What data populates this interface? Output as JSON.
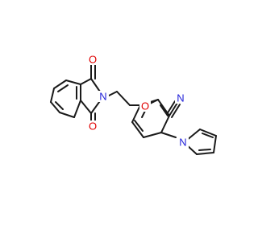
{
  "molecule": {
    "atom_labels": {
      "o_top": "O",
      "o_bottom": "O",
      "n_imide": "N",
      "o_ether": "O",
      "n_nitrile": "N",
      "n_pyrrole": "N"
    },
    "colors": {
      "bond": "#1a1a1a",
      "oxygen": "#e00000",
      "nitrogen": "#1f1fd8",
      "background": "#ffffff"
    }
  }
}
